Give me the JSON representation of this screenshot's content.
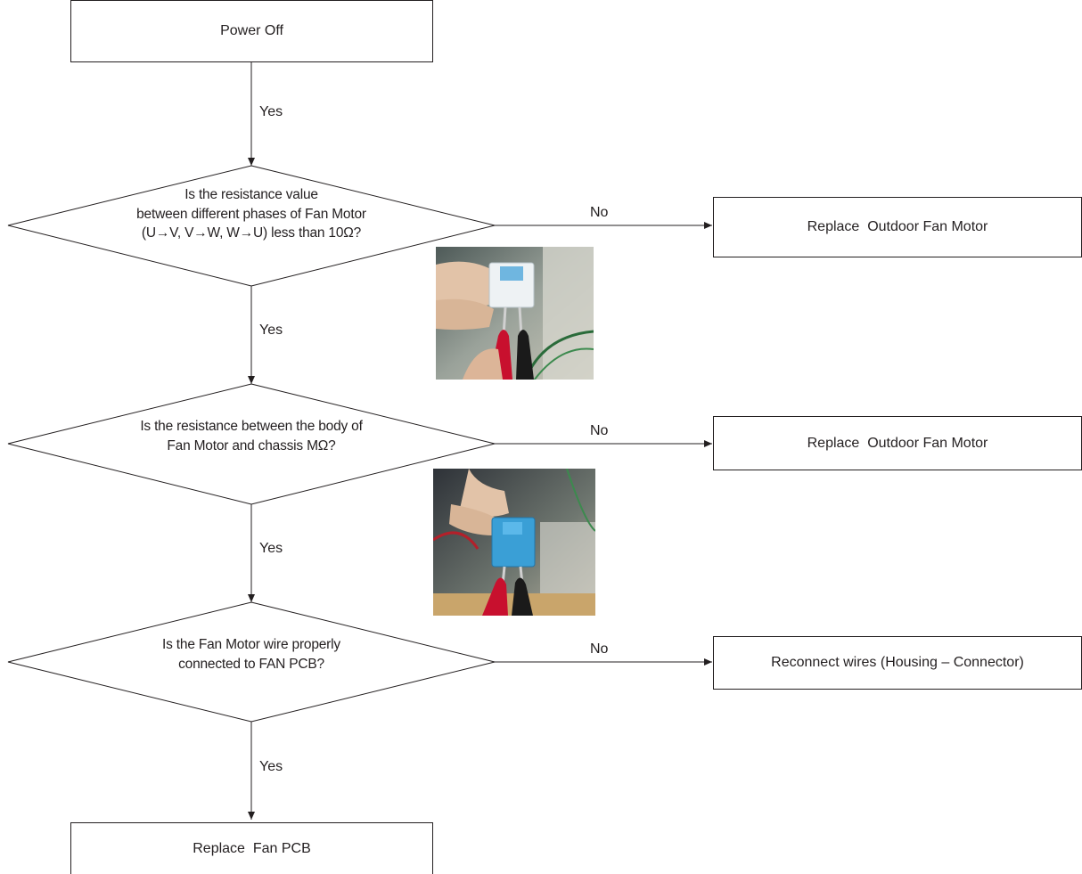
{
  "start": {
    "label": "Power Off"
  },
  "labels": {
    "yes": "Yes",
    "no": "No"
  },
  "decisions": [
    {
      "question": "Is the resistance value\nbetween different phases of Fan Motor\n(U→V, V→W, W→U) less than 10Ω?",
      "no_action": "Replace  Outdoor Fan Motor"
    },
    {
      "question": "Is the resistance between the body of\nFan Motor and chassis MΩ?",
      "no_action": "Replace  Outdoor Fan Motor"
    },
    {
      "question": "Is the Fan Motor wire properly\nconnected to FAN PCB?",
      "no_action": "Reconnect wires (Housing – Connector)"
    }
  ],
  "end": {
    "label": "Replace  Fan PCB"
  },
  "photos": [
    {
      "name": "multimeter-probes-white-connector-photo",
      "connector_color": "#e8eef2"
    },
    {
      "name": "multimeter-probes-blue-connector-photo",
      "connector_color": "#3a9fd6"
    }
  ],
  "colors": {
    "line": "#231f20",
    "probe_red": "#c8102e",
    "probe_black": "#1a1a1a"
  }
}
